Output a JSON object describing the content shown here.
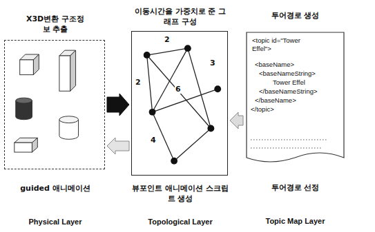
{
  "diagram": {
    "nodes": [
      {
        "text": [
          "X3D변환 구조정보 추출",
          "guided 애니메이션",
          "Physical Layer"
        ]
      },
      {
        "text": [
          "이동시간을 가중치로 준 그래프 구성",
          "뷰포인트 애니메이션 스크립트 생성",
          "Topological Layer"
        ]
      },
      {
        "text": [
          "투어경로 생성",
          "투어경로 선정",
          "Topic Map Layer"
        ]
      }
    ],
    "edges": [
      {
        "from": 0,
        "to": 1,
        "arrow": "to"
      },
      {
        "from": 1,
        "to": 0,
        "arrow": "to"
      },
      {
        "from": 2,
        "to": 1,
        "arrow": "to"
      }
    ],
    "labels": [
      "2",
      "2",
      "3",
      "6",
      "4",
      "<topic id=\"Tower Effel\">",
      "<baseName>",
      "<baseNameString>",
      "Tower Effel",
      "</baseNameString>",
      "</baseName>",
      "</topic>"
    ]
  }
}
